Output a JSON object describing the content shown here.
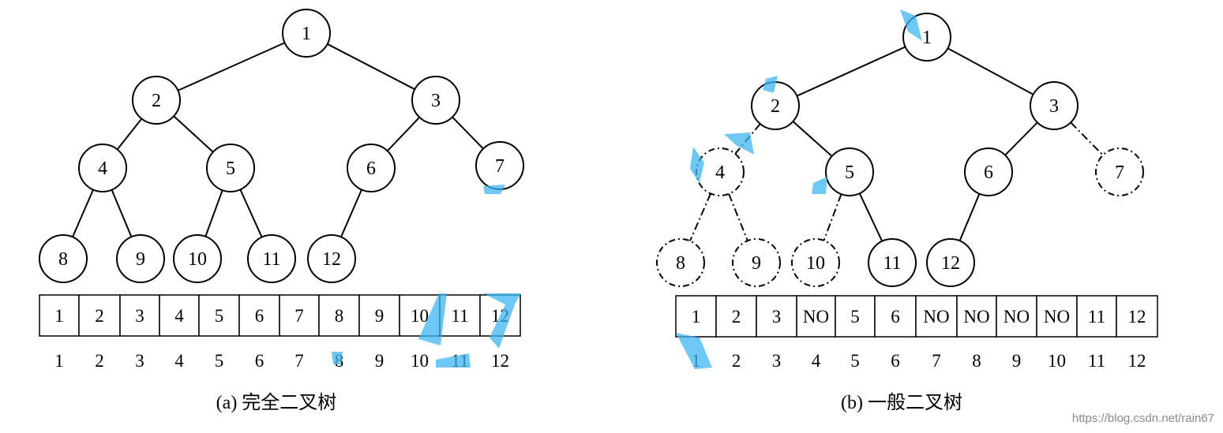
{
  "diagrams": [
    {
      "caption": "(a) 完全二叉树",
      "nodes": [
        {
          "id": "1",
          "label": "1",
          "dashed": false
        },
        {
          "id": "2",
          "label": "2",
          "dashed": false
        },
        {
          "id": "3",
          "label": "3",
          "dashed": false
        },
        {
          "id": "4",
          "label": "4",
          "dashed": false
        },
        {
          "id": "5",
          "label": "5",
          "dashed": false
        },
        {
          "id": "6",
          "label": "6",
          "dashed": false
        },
        {
          "id": "7",
          "label": "7",
          "dashed": false
        },
        {
          "id": "8",
          "label": "8",
          "dashed": false
        },
        {
          "id": "9",
          "label": "9",
          "dashed": false
        },
        {
          "id": "10",
          "label": "10",
          "dashed": false
        },
        {
          "id": "11",
          "label": "11",
          "dashed": false
        },
        {
          "id": "12",
          "label": "12",
          "dashed": false
        }
      ],
      "edges": [
        {
          "from": "1",
          "to": "2",
          "dashed": false
        },
        {
          "from": "1",
          "to": "3",
          "dashed": false
        },
        {
          "from": "2",
          "to": "4",
          "dashed": false
        },
        {
          "from": "2",
          "to": "5",
          "dashed": false
        },
        {
          "from": "3",
          "to": "6",
          "dashed": false
        },
        {
          "from": "3",
          "to": "7",
          "dashed": false
        },
        {
          "from": "4",
          "to": "8",
          "dashed": false
        },
        {
          "from": "4",
          "to": "9",
          "dashed": false
        },
        {
          "from": "5",
          "to": "10",
          "dashed": false
        },
        {
          "from": "5",
          "to": "11",
          "dashed": false
        },
        {
          "from": "6",
          "to": "12",
          "dashed": false
        }
      ],
      "array_cells": [
        "1",
        "2",
        "3",
        "4",
        "5",
        "6",
        "7",
        "8",
        "9",
        "10",
        "11",
        "12"
      ],
      "array_indices": [
        "1",
        "2",
        "3",
        "4",
        "5",
        "6",
        "7",
        "8",
        "9",
        "10",
        "11",
        "12"
      ]
    },
    {
      "caption": "(b) 一般二叉树",
      "nodes": [
        {
          "id": "1",
          "label": "1",
          "dashed": false
        },
        {
          "id": "2",
          "label": "2",
          "dashed": false
        },
        {
          "id": "3",
          "label": "3",
          "dashed": false
        },
        {
          "id": "4",
          "label": "4",
          "dashed": true
        },
        {
          "id": "5",
          "label": "5",
          "dashed": false
        },
        {
          "id": "6",
          "label": "6",
          "dashed": false
        },
        {
          "id": "7",
          "label": "7",
          "dashed": true
        },
        {
          "id": "8",
          "label": "8",
          "dashed": true
        },
        {
          "id": "9",
          "label": "9",
          "dashed": true
        },
        {
          "id": "10",
          "label": "10",
          "dashed": true
        },
        {
          "id": "11",
          "label": "11",
          "dashed": false
        },
        {
          "id": "12",
          "label": "12",
          "dashed": false
        }
      ],
      "edges": [
        {
          "from": "1",
          "to": "2",
          "dashed": false
        },
        {
          "from": "1",
          "to": "3",
          "dashed": false
        },
        {
          "from": "2",
          "to": "4",
          "dashed": true
        },
        {
          "from": "2",
          "to": "5",
          "dashed": false
        },
        {
          "from": "3",
          "to": "6",
          "dashed": false
        },
        {
          "from": "3",
          "to": "7",
          "dashed": true
        },
        {
          "from": "4",
          "to": "8",
          "dashed": true
        },
        {
          "from": "4",
          "to": "9",
          "dashed": true
        },
        {
          "from": "5",
          "to": "10",
          "dashed": true
        },
        {
          "from": "5",
          "to": "11",
          "dashed": false
        },
        {
          "from": "6",
          "to": "12",
          "dashed": false
        }
      ],
      "array_cells": [
        "1",
        "2",
        "3",
        "NO",
        "5",
        "6",
        "NO",
        "NO",
        "NO",
        "NO",
        "11",
        "12"
      ],
      "array_indices": [
        "1",
        "2",
        "3",
        "4",
        "5",
        "6",
        "7",
        "8",
        "9",
        "10",
        "11",
        "12"
      ]
    }
  ],
  "watermark": "https://blog.csdn.net/rain67",
  "colors": {
    "stroke": "#000000",
    "background": "#ffffff",
    "smear": "#3fb6f0",
    "watermark": "#8a8a8a"
  }
}
